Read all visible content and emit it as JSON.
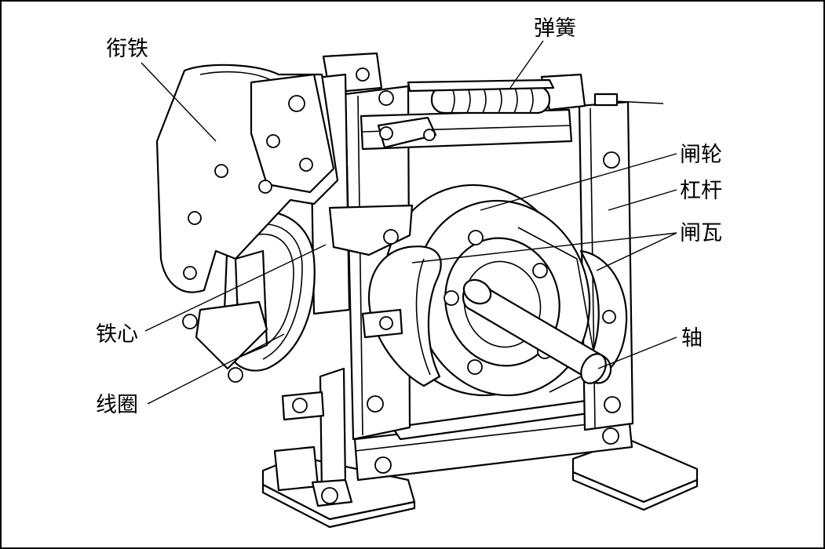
{
  "labels": {
    "armature": "衔铁",
    "spring": "弹簧",
    "brake_wheel": "闸轮",
    "lever": "杠杆",
    "brake_shoe": "闸瓦",
    "iron_core": "铁心",
    "shaft": "轴",
    "coil": "线圈"
  },
  "colors": {
    "line": "#000000",
    "background": "#ffffff"
  }
}
